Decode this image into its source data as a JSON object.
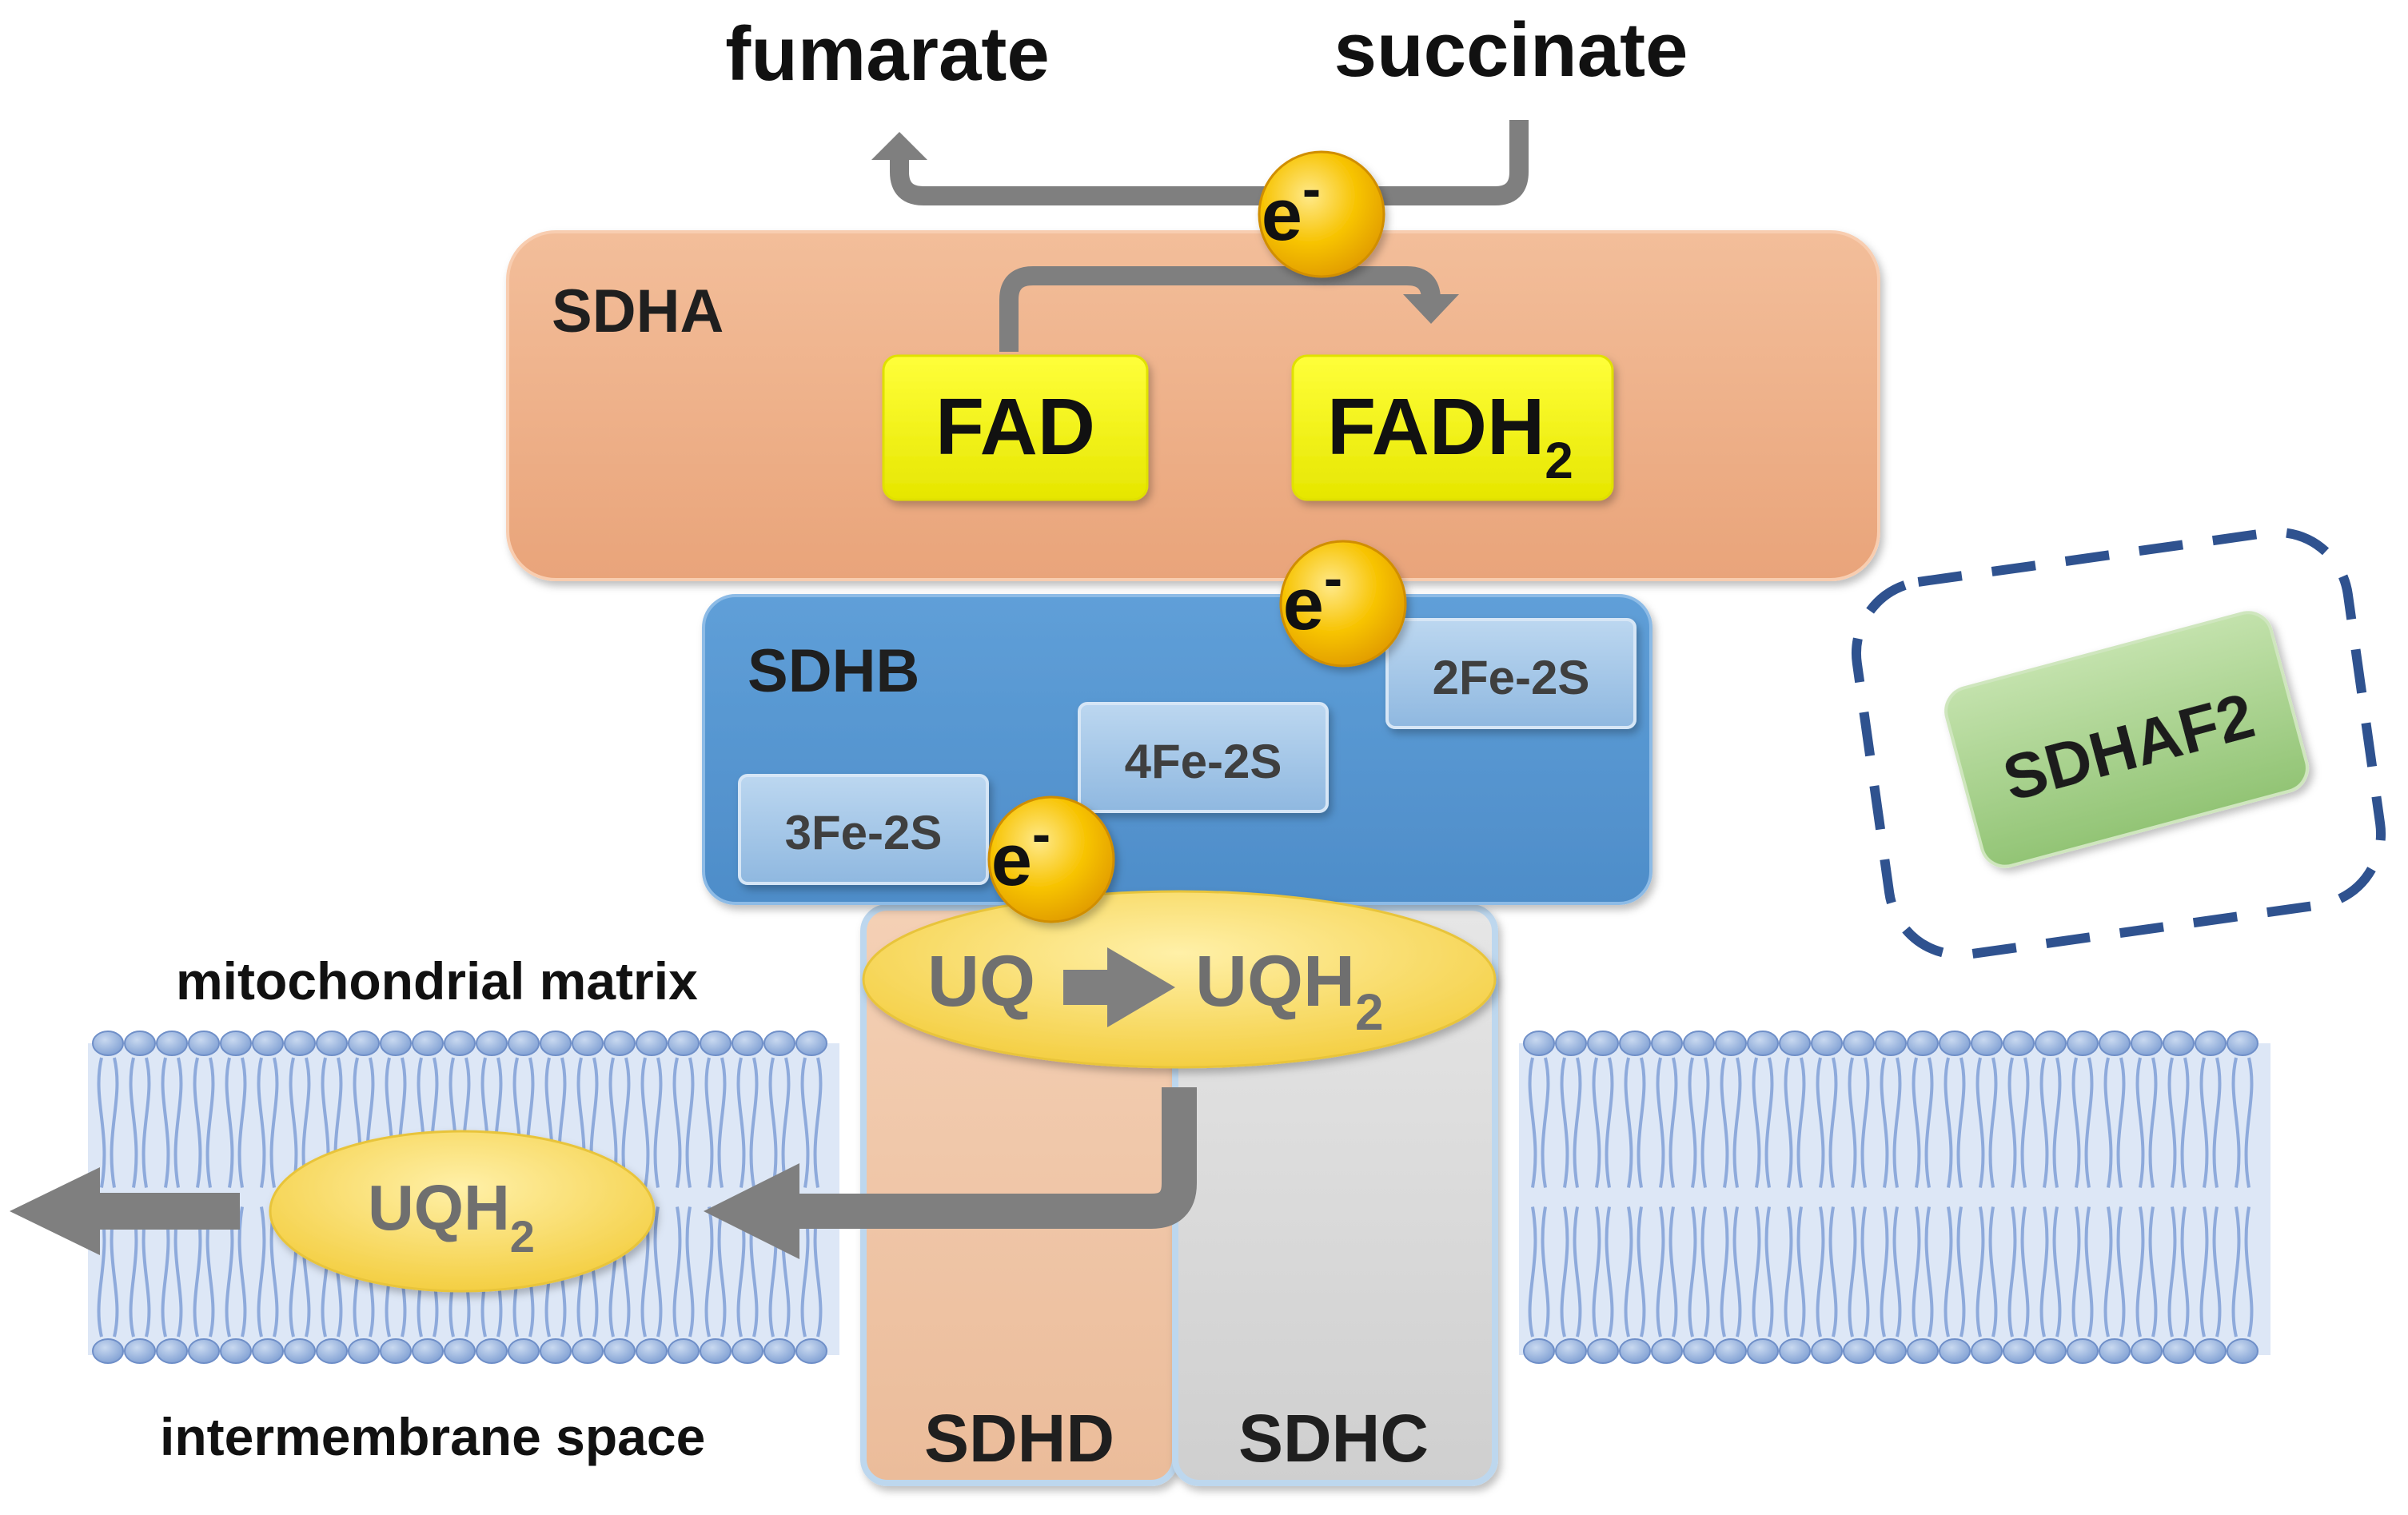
{
  "labels": {
    "fumarate": "fumarate",
    "succinate": "succinate",
    "sdha": "SDHA",
    "fad": "FAD",
    "fadh_base": "FADH",
    "fadh_sub": "2",
    "sdhb": "SDHB",
    "fe_2fe2s": "2Fe-2S",
    "fe_4fe2s": "4Fe-2S",
    "fe_3fe2s": "3Fe-2S",
    "electron_base": "e",
    "electron_sup": "-",
    "sdhaf2": "SDHAF2",
    "uq": "UQ",
    "uqh_base": "UQH",
    "uqh_sub": "2",
    "mito_matrix": "mitochondrial matrix",
    "intermembrane": "intermembrane space",
    "sdhd": "SDHD",
    "sdhc": "SDHC"
  },
  "colors": {
    "sdha": "#EEB088",
    "sdhb": "#5A9AD4",
    "fad_box": "#F4F400",
    "fe_box": "#A8CBEA",
    "electron": "#F6C400",
    "sdhaf2": "#A9D18E",
    "dashed_border": "#2F528F",
    "ubiquinone": "#F8D85A",
    "sdhd": "#F0C5A6",
    "sdhc": "#D8D8D8",
    "arrow": "#7F7F7F",
    "membrane_band": "#DCE6F5",
    "lipid_head": "#8EAADB",
    "lipid_tail": "#8EAADB"
  }
}
